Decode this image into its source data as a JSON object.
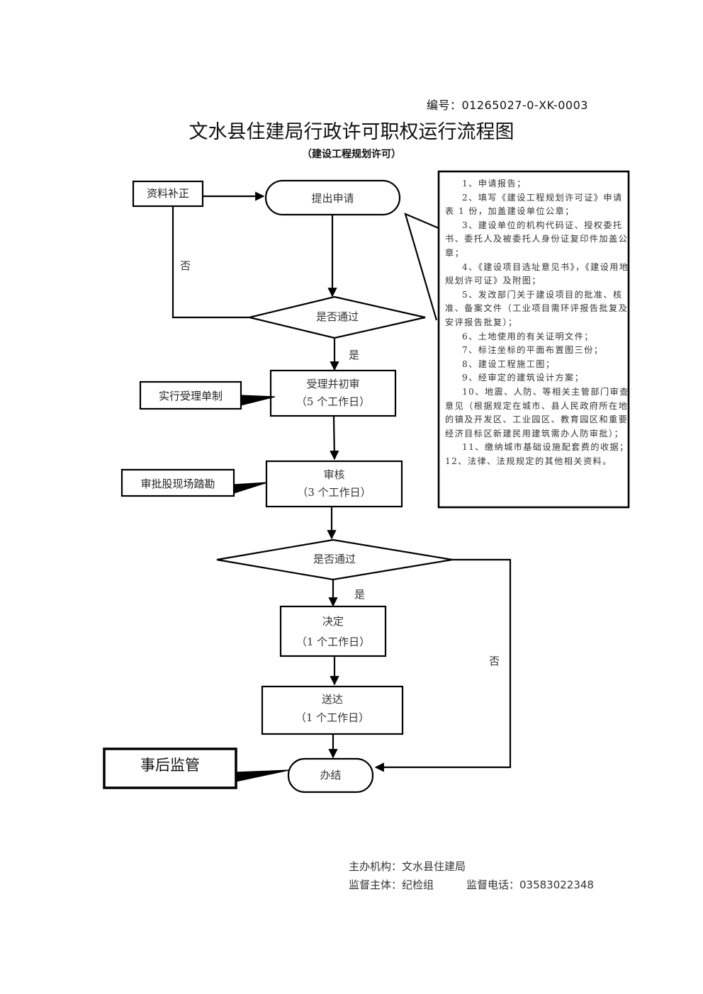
{
  "document": {
    "number_label": "编号：01265027-0-XK-0003",
    "title": "文水县住建局行政许可职权运行流程图",
    "subtitle": "（建设工程规划许可）"
  },
  "flow": {
    "nodes": {
      "supplement": "资料补正",
      "apply": "提出申请",
      "check1": "是否通过",
      "accept_title": "受理并初审",
      "accept_days": "（5 个工作日）",
      "review_title": "审核",
      "review_days": "（3 个工作日）",
      "check2": "是否通过",
      "decide_title": "决定",
      "decide_days": "（1 个工作日）",
      "deliver_title": "送达",
      "deliver_days": "（1 个工作日）",
      "finish": "办结"
    },
    "notes": {
      "accept_note": "实行受理单制",
      "review_note": "审批股现场踏勘",
      "finish_note": "事后监管"
    },
    "branches": {
      "no_1": "否",
      "yes_1": "是",
      "yes_2": "是",
      "no_2": "否"
    }
  },
  "requirements": [
    "1、申请报告；",
    "2、填写《建设工程规划许可证》申请表 1 份，加盖建设单位公章；",
    "3、建设单位的机构代码证、授权委托书、委托人及被委托人身份证复印件加盖公章；",
    "4、《建设项目选址意见书》，《建设用地规划许可证》及附图；",
    "5、发改部门关于建设项目的批准、核准、备案文件（工业项目需环评报告批复及安评报告批复）；",
    "6、土地使用的有关证明文件；",
    "7、标注坐标的平面布置图三份；",
    "8、建设工程施工图；",
    "9、经审定的建筑设计方案；",
    "10、地震、人防、等相关主管部门审查意见（根据规定在城市、县人民政府所在地的镇及开发区、工业园区、教育园区和重要经济目标区新建民用建筑需办人防审批）；",
    "11、缴纳城市基础设施配套费的收据；",
    "12、法律、法规规定的其他相关资料。"
  ],
  "footer": {
    "host_org": "主办机构：文水县住建局",
    "supervisor": "监督主体：纪检组",
    "phone": "监督电话：03583022348"
  }
}
